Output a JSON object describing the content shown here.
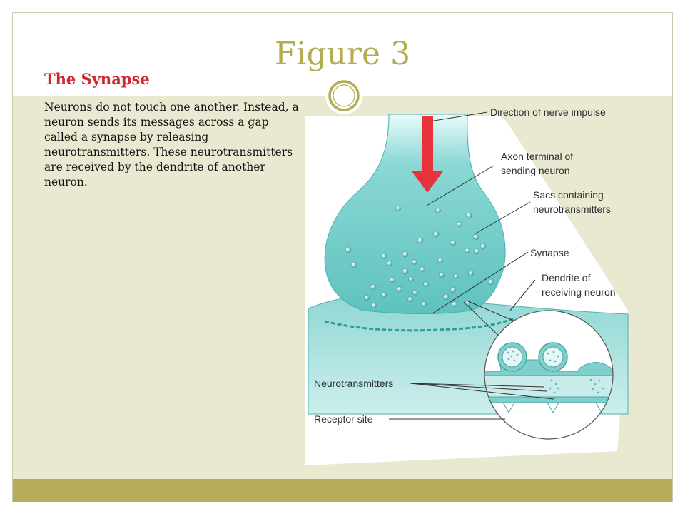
{
  "slide": {
    "title": "Figure 3",
    "subtitle": "The Synapse",
    "body": "Neurons do not touch one another. Instead, a neuron sends its messages across a gap called a synapse by releasing neurotransmitters. These neurotransmitters are received by the dendrite of another neuron."
  },
  "diagram": {
    "labels": {
      "direction": "Direction of nerve impulse",
      "axon_line1": "Axon terminal of",
      "axon_line2": "sending neuron",
      "sacs_line1": "Sacs containing",
      "sacs_line2": "neurotransmitters",
      "synapse": "Synapse",
      "dendrite_line1": "Dendrite of",
      "dendrite_line2": "receiving neuron",
      "neurotransmitters": "Neurotransmitters",
      "receptor": "Receptor site"
    }
  },
  "colors": {
    "title": "#b3ad52",
    "subtitle": "#d0262f",
    "content_bg": "#e9e8d0",
    "footer": "#b5ad5c",
    "neuron": "#7fcfcc",
    "arrow": "#e8323c"
  }
}
